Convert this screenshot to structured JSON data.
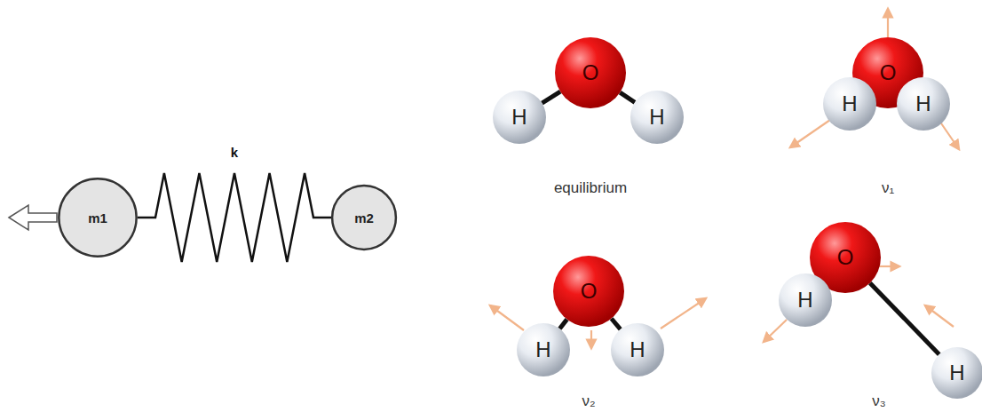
{
  "diagram": {
    "nodes": [
      {
        "text": [
          "m1"
        ]
      },
      {
        "text": [
          "m2"
        ]
      },
      {
        "text": [
          "O"
        ]
      },
      {
        "text": [
          "H"
        ]
      },
      {
        "text": [
          "H"
        ]
      },
      {
        "text": [
          "O"
        ]
      },
      {
        "text": [
          "H"
        ]
      },
      {
        "text": [
          "H"
        ]
      },
      {
        "text": [
          "O"
        ]
      },
      {
        "text": [
          "H"
        ]
      },
      {
        "text": [
          "H"
        ]
      },
      {
        "text": [
          "O"
        ]
      },
      {
        "text": [
          "H"
        ]
      },
      {
        "text": [
          "H"
        ]
      }
    ],
    "edges": [
      {
        "from": 0,
        "to": 1,
        "arrow": "none",
        "label": "k"
      },
      {
        "from": 2,
        "to": 3,
        "arrow": "none"
      },
      {
        "from": 2,
        "to": 4,
        "arrow": "none"
      },
      {
        "from": 8,
        "to": 9,
        "arrow": "none"
      },
      {
        "from": 8,
        "to": 10,
        "arrow": "none"
      },
      {
        "from": 11,
        "to": 13,
        "arrow": "none"
      }
    ],
    "labels": [
      "equilibrium",
      "ν₁",
      "ν₂",
      "ν₃"
    ]
  }
}
